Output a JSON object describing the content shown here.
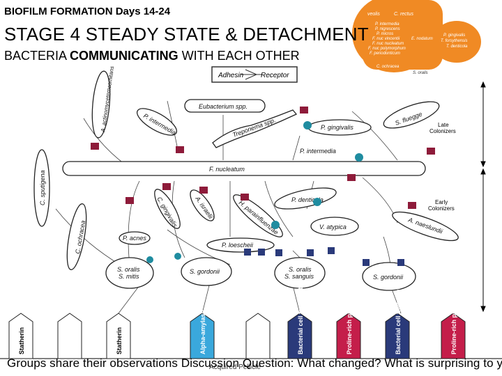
{
  "header": {
    "line1": "BIOFILM FORMATION Days 14-24",
    "line2": "STAGE 4 STEADY STATE & DETACHMENT",
    "line3_prefix": "BACTERIA ",
    "line3_bold": "COMMUNICATING",
    "line3_suffix": " WITH EACH OTHER"
  },
  "legend": {
    "adhesin": "Adhesin",
    "receptor": "Receptor"
  },
  "orange_panel": {
    "top_left": "veolis",
    "top_right": "C. rectus",
    "center_list": [
      "P. intermedia",
      "P. nigrescens",
      "P. micros",
      "F. nuc vincentii",
      "F. nuc nucleatum",
      "F. nuc polymorphum",
      "F. periodonticum"
    ],
    "right": "E. nodatum",
    "bottom": "C. ochracea",
    "outside_right": [
      "P. gingivalis",
      "T. forsythensis",
      "T. denticola"
    ],
    "outside_bottom": "S. oralis"
  },
  "bacteria": {
    "actinomyces": "A. actinomycetemcomitans",
    "p_intermedia_top": "P. intermedia",
    "eubacterium": "Eubacterium spp.",
    "treponema": "Treponema spp.",
    "s_fluegge": "S. fluegge",
    "p_gingivalis": "P. gingivalis",
    "p_intermedia_mid": "P. intermedia",
    "f_nucleatum": "F. nucleatum",
    "c_sputigena": "C. sputigena",
    "c_gingivalis": "C. gingivalis",
    "a_israelii": "A. israelii",
    "h_parainfluenzae": "H. parainfluenzae",
    "p_denticola": "P. denticola",
    "c_ochracea": "C. ochracea",
    "v_atypica": "V. atypica",
    "a_naeslundii": "A. naeslundii",
    "p_acnes": "P. acnes",
    "p_loescheii": "P. loescheii",
    "s_oralis_mitis": [
      "S. oralis",
      "S. mitis"
    ],
    "s_gordonii_left": "S. gordonii",
    "s_oralis_sanguis": [
      "S. oralis",
      "S. sanguis"
    ],
    "s_gordonii_right": "S. gordonii"
  },
  "colonizers": {
    "late": [
      "Late",
      "Colonizers"
    ],
    "early": [
      "Early",
      "Colonizers"
    ]
  },
  "pellicle_pegs": [
    {
      "label": "Statherin",
      "color": "#ffffff",
      "text_color": "#000000"
    },
    {
      "label": "Alpha-amylase",
      "color": "#3aa8dc",
      "text_color": "#ffffff"
    },
    {
      "label": "Bacterial cell fragment",
      "color": "#2a3a7a",
      "text_color": "#ffffff"
    },
    {
      "label": "Proline-rich protein",
      "color": "#c41e4a",
      "text_color": "#ffffff"
    },
    {
      "label": "Bacterial cell fragment",
      "color": "#2a3a7a",
      "text_color": "#ffffff"
    },
    {
      "label": "Proline-rich protein",
      "color": "#c41e4a",
      "text_color": "#ffffff"
    }
  ],
  "pellicle_label": "Acquired Pellicle",
  "footer_question": "Groups share their observations Discussion Question:  What changed? What is surprising to you",
  "colors": {
    "orange": "#f08a24",
    "navy": "#2a3a7a",
    "maroon": "#8e1b3a",
    "teal": "#1f8ca0"
  }
}
